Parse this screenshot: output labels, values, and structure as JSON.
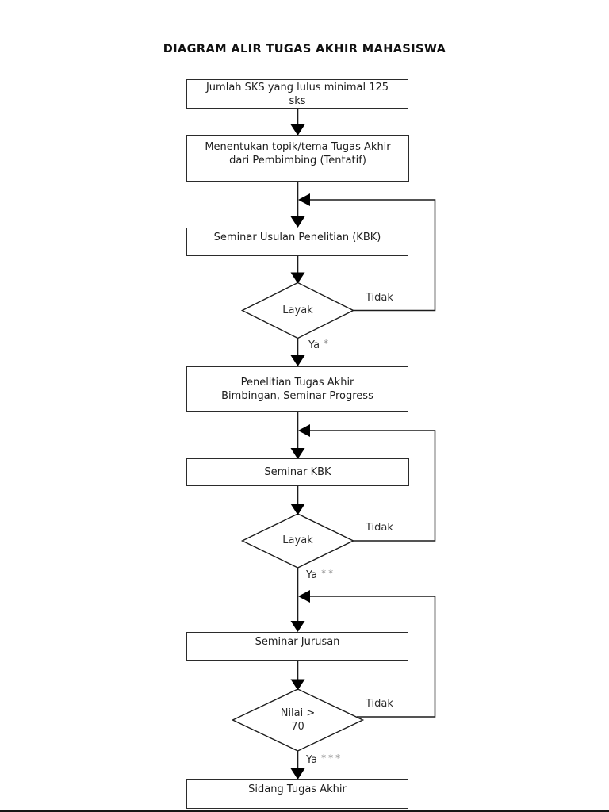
{
  "title": "DIAGRAM ALIR TUGAS AKHIR MAHASISWA",
  "flowchart": {
    "boxes": [
      {
        "id": "sks",
        "label": "Jumlah SKS yang lulus minimal 125\nsks"
      },
      {
        "id": "topik",
        "label": "Menentukan topik/tema Tugas Akhir\ndari Pembimbing (Tentatif)"
      },
      {
        "id": "seminar-usulan",
        "label": "Seminar Usulan Penelitian (KBK)"
      },
      {
        "id": "penelitian",
        "label": "Penelitian Tugas Akhir\nBimbingan, Seminar Progress"
      },
      {
        "id": "seminar-kbk",
        "label": "Seminar KBK"
      },
      {
        "id": "seminar-jurusan",
        "label": "Seminar Jurusan"
      },
      {
        "id": "sidang",
        "label": "Sidang Tugas Akhir"
      }
    ],
    "decisions": [
      {
        "id": "layak-1",
        "label": "Layak",
        "no_label": "Tidak",
        "yes_label": "Ya",
        "yes_note": "*"
      },
      {
        "id": "layak-2",
        "label": "Layak",
        "no_label": "Tidak",
        "yes_label": "Ya",
        "yes_note": "**"
      },
      {
        "id": "nilai",
        "label": "Nilai >\n70",
        "no_label": "Tidak",
        "yes_label": "Ya",
        "yes_note": "***"
      }
    ],
    "colors": {
      "line": "#1c1c1c",
      "box_border": "#2b2b2b",
      "text": "#1d1d1d",
      "note_gray": "#8c8c8c",
      "background": "#ffffff",
      "page_edge": "#161616"
    }
  }
}
